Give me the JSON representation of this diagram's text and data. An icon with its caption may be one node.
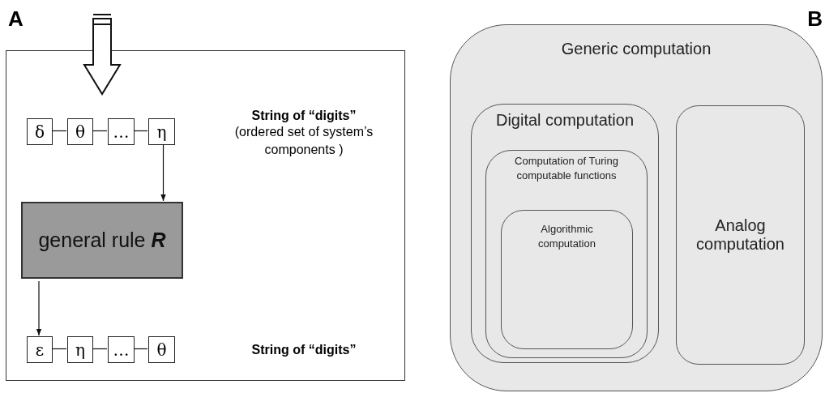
{
  "diagram": {
    "nodes": [
      {
        "text": [],
        "shape": "box"
      },
      {
        "text": [
          "δ"
        ],
        "in": 0
      },
      {
        "text": [
          "θ"
        ],
        "in": 0
      },
      {
        "text": [
          "…"
        ],
        "in": 0
      },
      {
        "text": [
          "η"
        ],
        "in": 0
      },
      {
        "text": [
          "general rule **R**"
        ],
        "in": 0
      },
      {
        "text": [
          "ε"
        ],
        "in": 0
      },
      {
        "text": [
          "η"
        ],
        "in": 0
      },
      {
        "text": [
          "…"
        ],
        "in": 0
      },
      {
        "text": [
          "θ"
        ],
        "in": 0
      },
      {
        "text": [
          "Generic computation"
        ]
      },
      {
        "text": [
          "Digital computation"
        ],
        "in": 10
      },
      {
        "text": [
          "Computation of Turing computable functions"
        ],
        "in": 11
      },
      {
        "text": [
          "Algorithmic computation"
        ],
        "in": 12
      },
      {
        "text": [
          "Analog computation"
        ],
        "in": 10
      }
    ],
    "edges": [
      {
        "from": 1,
        "to": 2,
        "arrow": "none"
      },
      {
        "from": 2,
        "to": 3,
        "arrow": "none"
      },
      {
        "from": 3,
        "to": 4,
        "arrow": "none"
      },
      {
        "from": 4,
        "to": 5,
        "arrow": "to"
      },
      {
        "from": 5,
        "to": 6,
        "arrow": "to"
      },
      {
        "from": 6,
        "to": 7,
        "arrow": "none"
      },
      {
        "from": 7,
        "to": 8,
        "arrow": "none"
      },
      {
        "from": 8,
        "to": 9,
        "arrow": "none"
      }
    ],
    "labels": [
      "A",
      "B",
      "String of “digits”",
      "(ordered set of system’s components )",
      "String of “digits”"
    ]
  }
}
